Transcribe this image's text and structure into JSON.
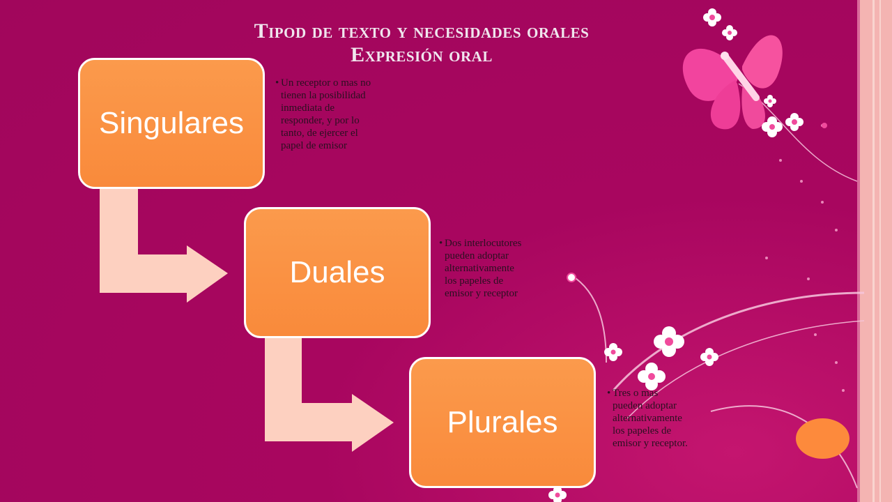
{
  "title": {
    "line1": "Tipod de texto y necesidades orales",
    "line2": "Expresión oral"
  },
  "steps": [
    {
      "label": "Singulares",
      "description": [
        "Un receptor o mas no",
        "tienen la posibilidad",
        "inmediata  de",
        "responder, y por lo",
        "tanto, de ejercer el",
        "papel de emisor"
      ]
    },
    {
      "label": "Duales",
      "description": [
        "Dos interlocutores",
        "pueden adoptar",
        "alternativamente",
        "los papeles de",
        "emisor y receptor"
      ]
    },
    {
      "label": "Plurales",
      "description": [
        "Tres o mas",
        "pueden adoptar",
        "alternativamente",
        "los papeles de",
        "emisor y receptor."
      ]
    }
  ],
  "colors": {
    "background": "#a5075f",
    "box_fill": "#f98a3b",
    "connector": "#fdd0c0",
    "stripe_light": "#f7b8b3",
    "butterfly": "#f2449e"
  },
  "icons": [
    "butterfly-icon",
    "flower-icon",
    "orange-circle-icon"
  ]
}
